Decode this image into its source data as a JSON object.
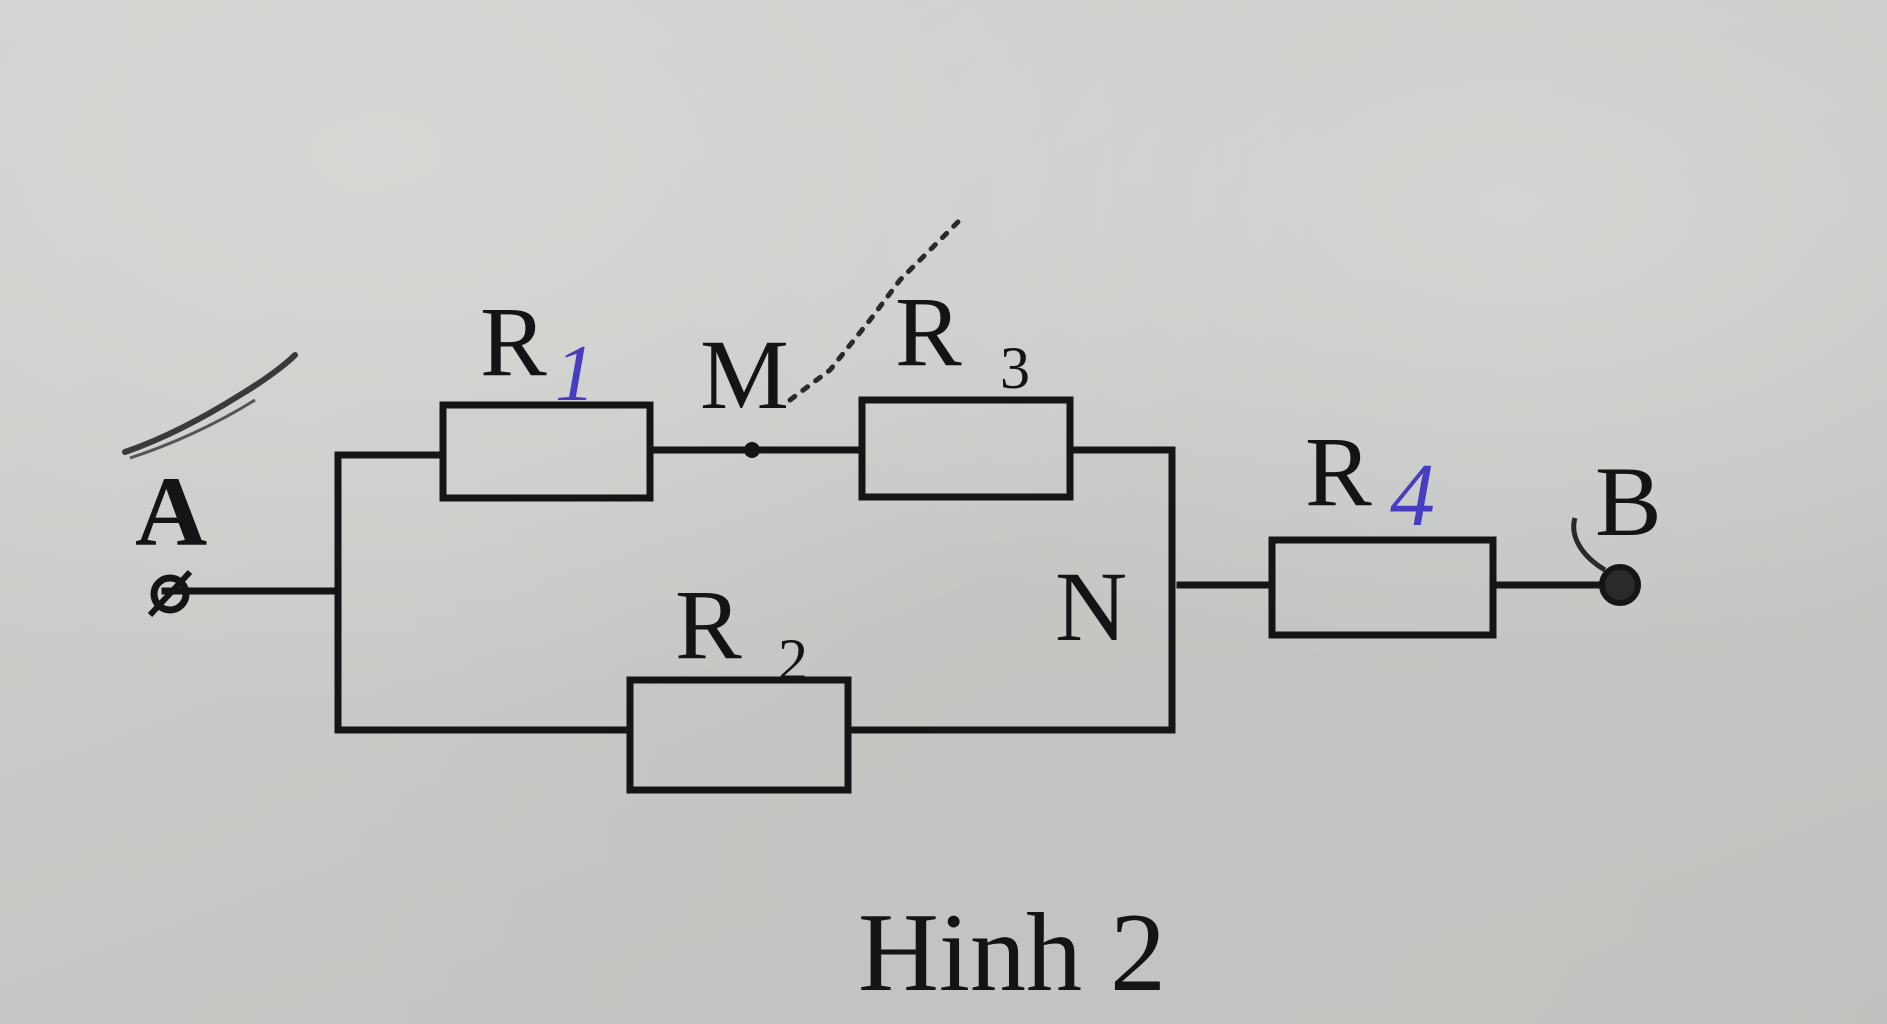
{
  "figure": {
    "caption": "Hinh 2"
  },
  "nodes": {
    "a": "A",
    "b": "B",
    "m": "M",
    "n": "N"
  },
  "resistors": {
    "r1": {
      "label": "R",
      "subscript": "1"
    },
    "r2": {
      "label": "R",
      "subscript": "2"
    },
    "r3": {
      "label": "R",
      "subscript": "3"
    },
    "r4": {
      "label": "R",
      "subscript": "4"
    }
  },
  "colors": {
    "ink_annotation": "#4a3cc0",
    "print": "#141414"
  }
}
